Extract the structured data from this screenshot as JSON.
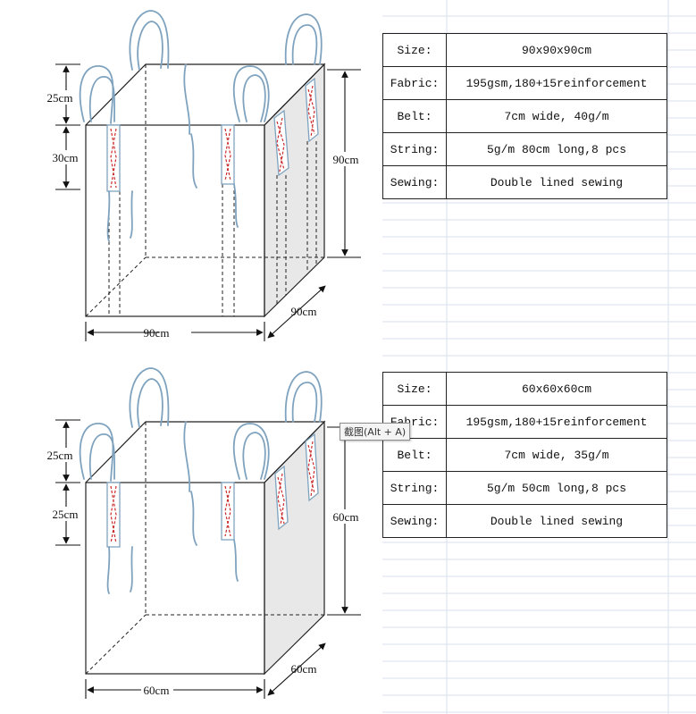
{
  "colors": {
    "outline": "#222222",
    "loop": "#7fa3bf",
    "stitch": "#cc2a2a",
    "side_face": "#e8e8e8",
    "grid_line": "#d9e2ec"
  },
  "bags": [
    {
      "dims": {
        "top_loop": "25cm",
        "belt": "30cm",
        "height": "90cm",
        "width": "90cm",
        "depth": "90cm"
      },
      "spec": [
        {
          "key": "Size:",
          "value": "90x90x90cm"
        },
        {
          "key": "Fabric:",
          "value": "195gsm,180+15reinforcement"
        },
        {
          "key": "Belt:",
          "value": "7cm wide, 40g/m"
        },
        {
          "key": "String:",
          "value": "5g/m 80cm long,8 pcs"
        },
        {
          "key": "Sewing:",
          "value": "Double lined sewing"
        }
      ]
    },
    {
      "dims": {
        "top_loop": "25cm",
        "belt": "25cm",
        "height": "60cm",
        "width": "60cm",
        "depth": "60cm"
      },
      "spec": [
        {
          "key": "Size:",
          "value": "60x60x60cm"
        },
        {
          "key": "Fabric:",
          "value": "195gsm,180+15reinforcement"
        },
        {
          "key": "Belt:",
          "value": "7cm wide, 35g/m"
        },
        {
          "key": "String:",
          "value": "5g/m 50cm long,8 pcs"
        },
        {
          "key": "Sewing:",
          "value": "Double lined sewing"
        }
      ]
    }
  ],
  "tooltip": {
    "text": "截图(Alt + A)"
  }
}
